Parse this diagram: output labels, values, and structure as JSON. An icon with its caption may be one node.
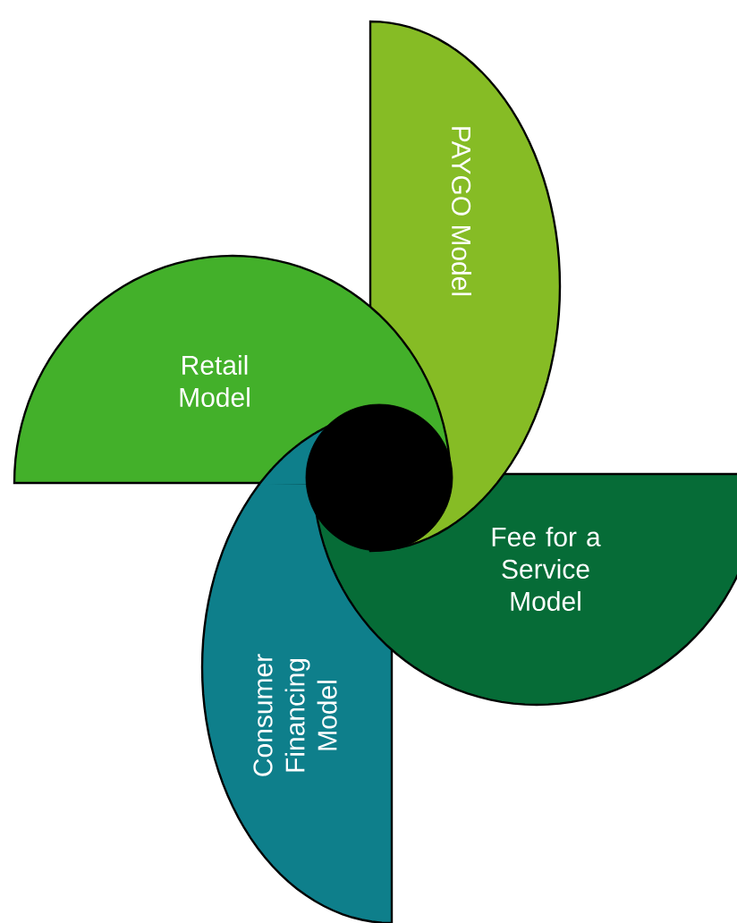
{
  "diagram": {
    "nodes": [
      {
        "text": [
          "Retail Model"
        ]
      },
      {
        "text": [
          "PAYGO Model"
        ]
      },
      {
        "text": [
          "Fee for a Service Model"
        ]
      },
      {
        "text": [
          "Consumer Financing Model"
        ]
      },
      {
        "text": [],
        "shape": "circle"
      }
    ]
  }
}
